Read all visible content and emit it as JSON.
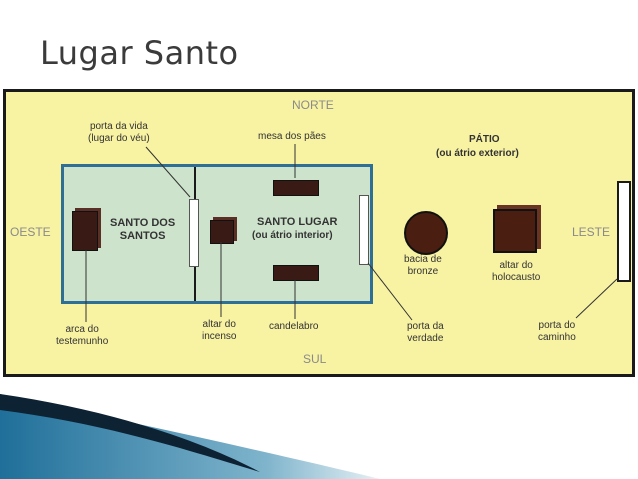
{
  "title": "Lugar Santo",
  "directions": {
    "north": "NORTE",
    "south": "SUL",
    "west": "OESTE",
    "east": "LESTE"
  },
  "labels": {
    "porta_vida": [
      "porta da vida",
      "(lugar do véu)"
    ],
    "mesa_paes": "mesa dos pães",
    "patio": "PÁTIO",
    "patio_sub": "(ou átrio exterior)",
    "santo_dos_santos": [
      "SANTO DOS",
      "SANTOS"
    ],
    "santo_lugar": "SANTO LUGAR",
    "santo_lugar_sub": "(ou átrio interior)",
    "bacia": [
      "bacia de",
      "bronze"
    ],
    "altar_holocausto": [
      "altar do",
      "holocausto"
    ],
    "arca": [
      "arca do",
      "testemunho"
    ],
    "altar_incenso": [
      "altar do",
      "incenso"
    ],
    "candelabro": "candelabro",
    "porta_verdade": [
      "porta da",
      "verdade"
    ],
    "porta_caminho": [
      "porta do",
      "caminho"
    ]
  },
  "colors": {
    "courtyard": "#f8f2a3",
    "sanctuary": "#cde3cc",
    "sanctuary_border": "#2f6f95",
    "object": "#3a1a14",
    "footer_blue": "#1f6f9a",
    "footer_dark": "#0d2233"
  }
}
